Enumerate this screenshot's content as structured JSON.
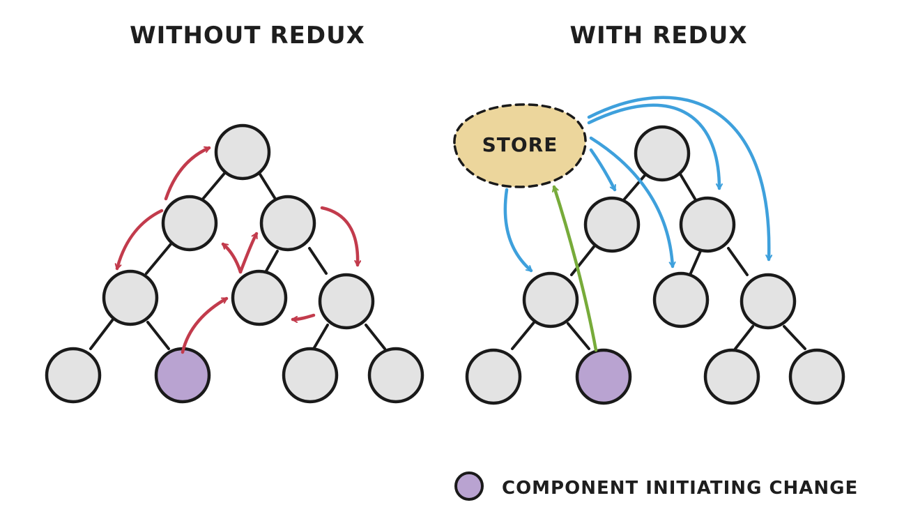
{
  "titles": {
    "left": "WITHOUT REDUX",
    "right": "WITH REDUX"
  },
  "store": {
    "label": "STORE"
  },
  "legend": {
    "label": "COMPONENT INITIATING CHANGE"
  },
  "colors": {
    "node_fill": "#e3e3e3",
    "node_stroke": "#1a1a1a",
    "initiator_fill": "#b9a3d1",
    "store_fill": "#ecd69c",
    "red_arrow": "#c23b4c",
    "blue_arrow": "#3ea0dc",
    "green_arrow": "#77ab3a",
    "text": "#1e1e1e"
  },
  "icons": {
    "legend_swatch": "initiator-circle-icon"
  }
}
